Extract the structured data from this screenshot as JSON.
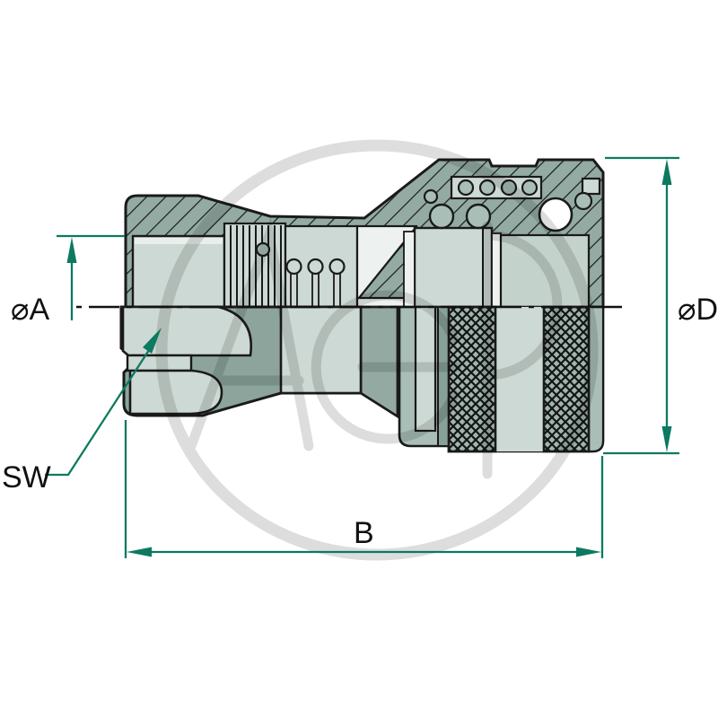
{
  "drawing": {
    "type": "technical-cross-section",
    "subject": "hydraulic quick-release coupling socket, sectioned above centerline",
    "labels": {
      "dia_a": "⌀A",
      "dia_d": "⌀D",
      "length_b": "B",
      "wrench": "SW"
    },
    "watermark": {
      "text": "AGP"
    },
    "colors": {
      "outline": "#1a1a1a",
      "dimension_teal": "#0c7a60",
      "hatch_fill": "#93aba3",
      "metal_light": "#cdd9d4",
      "metal_mid": "#a9beb7",
      "metal_dark": "#8ca49c",
      "background": "#ffffff"
    }
  }
}
